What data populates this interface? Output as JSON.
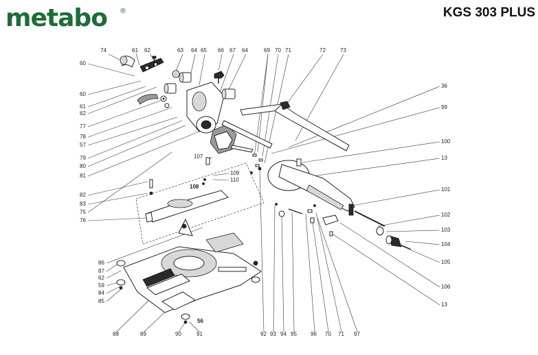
{
  "brand": {
    "logo_text": "metabo",
    "registered": "®",
    "color": "#1f6b3a"
  },
  "header": {
    "model": "KGS 303 PLUS"
  },
  "callouts": [
    {
      "id": "74",
      "label": "74"
    },
    {
      "id": "61a",
      "label": "61"
    },
    {
      "id": "62a",
      "label": "62"
    },
    {
      "id": "63",
      "label": "63"
    },
    {
      "id": "64a",
      "label": "64"
    },
    {
      "id": "65",
      "label": "65"
    },
    {
      "id": "66",
      "label": "66"
    },
    {
      "id": "67",
      "label": "67"
    },
    {
      "id": "64b",
      "label": "64"
    },
    {
      "id": "69",
      "label": "69"
    },
    {
      "id": "70a",
      "label": "70"
    },
    {
      "id": "71a",
      "label": "71"
    },
    {
      "id": "72",
      "label": "72"
    },
    {
      "id": "73",
      "label": "73"
    },
    {
      "id": "60a",
      "label": "60"
    },
    {
      "id": "60b",
      "label": "60"
    },
    {
      "id": "61b",
      "label": "61"
    },
    {
      "id": "62b",
      "label": "62"
    },
    {
      "id": "77",
      "label": "77"
    },
    {
      "id": "78",
      "label": "78"
    },
    {
      "id": "57",
      "label": "57"
    },
    {
      "id": "79",
      "label": "79"
    },
    {
      "id": "80",
      "label": "80"
    },
    {
      "id": "81",
      "label": "81"
    },
    {
      "id": "82",
      "label": "82"
    },
    {
      "id": "83",
      "label": "83"
    },
    {
      "id": "75",
      "label": "75"
    },
    {
      "id": "76",
      "label": "76"
    },
    {
      "id": "107",
      "label": "107"
    },
    {
      "id": "108",
      "label": "108"
    },
    {
      "id": "109",
      "label": "109"
    },
    {
      "id": "110",
      "label": "110"
    },
    {
      "id": "36",
      "label": "36"
    },
    {
      "id": "99",
      "label": "99"
    },
    {
      "id": "100",
      "label": "100"
    },
    {
      "id": "13a",
      "label": "13"
    },
    {
      "id": "101",
      "label": "101"
    },
    {
      "id": "102",
      "label": "102"
    },
    {
      "id": "103",
      "label": "103"
    },
    {
      "id": "104",
      "label": "104"
    },
    {
      "id": "105",
      "label": "105"
    },
    {
      "id": "106",
      "label": "106"
    },
    {
      "id": "13b",
      "label": "13"
    },
    {
      "id": "86",
      "label": "86"
    },
    {
      "id": "87",
      "label": "87"
    },
    {
      "id": "62c",
      "label": "62"
    },
    {
      "id": "59",
      "label": "59"
    },
    {
      "id": "84",
      "label": "84"
    },
    {
      "id": "85",
      "label": "85"
    },
    {
      "id": "56",
      "label": "56"
    },
    {
      "id": "88",
      "label": "88"
    },
    {
      "id": "89",
      "label": "89"
    },
    {
      "id": "90",
      "label": "90"
    },
    {
      "id": "91",
      "label": "91"
    },
    {
      "id": "92",
      "label": "92"
    },
    {
      "id": "93",
      "label": "93"
    },
    {
      "id": "94",
      "label": "94"
    },
    {
      "id": "95",
      "label": "95"
    },
    {
      "id": "96",
      "label": "96"
    },
    {
      "id": "70b",
      "label": "70"
    },
    {
      "id": "71b",
      "label": "71"
    },
    {
      "id": "97",
      "label": "97"
    }
  ]
}
